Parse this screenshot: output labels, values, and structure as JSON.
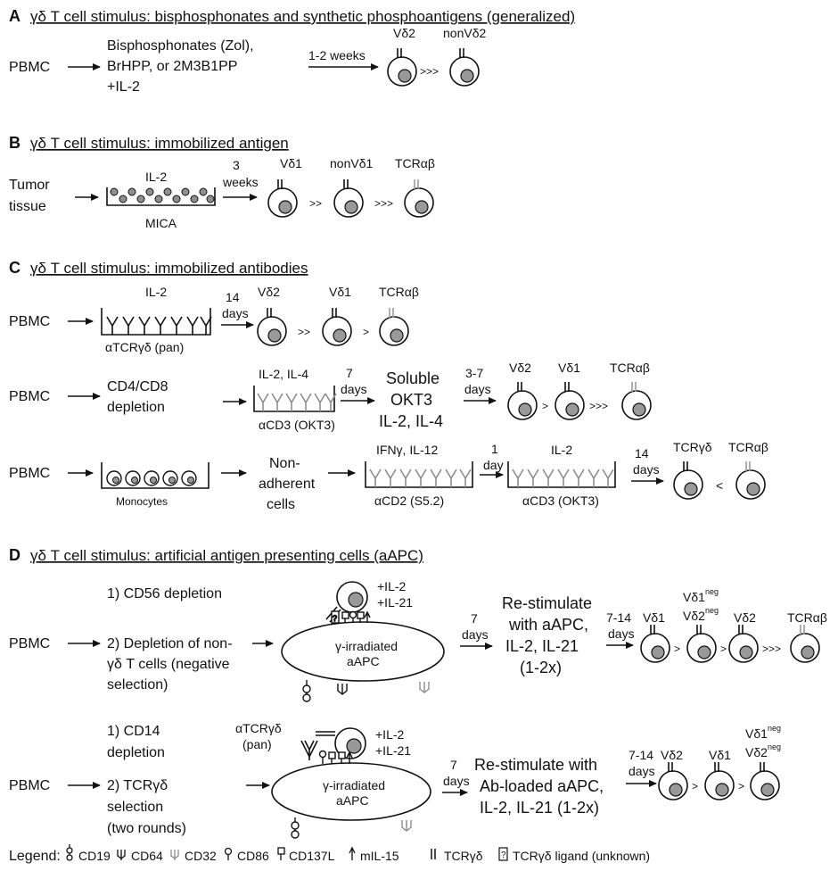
{
  "sections": {
    "A": {
      "letter": "A",
      "title": "γδ T cell stimulus: bisphosphonates and synthetic phosphoantigens (generalized)",
      "source": "PBMC",
      "stim": [
        "Bisphosphonates (Zol),",
        "BrHPP, or 2M3B1PP",
        "+IL-2"
      ],
      "time": "1-2 weeks",
      "cells": [
        "Vδ2",
        "nonVδ2"
      ],
      "cmp": [
        ">>>"
      ]
    },
    "B": {
      "letter": "B",
      "title": "γδ T cell stimulus: immobilized antigen",
      "source": [
        "Tumor",
        "tissue"
      ],
      "cytokine": "IL-2",
      "surface": "MICA",
      "time": [
        "3",
        "weeks"
      ],
      "cells": [
        "Vδ1",
        "nonVδ1",
        "TCRαβ"
      ],
      "cmp": [
        ">>",
        ">>>"
      ]
    },
    "C": {
      "letter": "C",
      "title": "γδ T cell stimulus: immobilized antibodies",
      "row1": {
        "source": "PBMC",
        "cytokine": "IL-2",
        "plate": "αTCRγδ (pan)",
        "time": [
          "14",
          "days"
        ],
        "cells": [
          "Vδ2",
          "Vδ1",
          "TCRαβ"
        ],
        "cmp": [
          ">>",
          ">"
        ]
      },
      "row2": {
        "source": "PBMC",
        "step": [
          "CD4/CD8",
          "depletion"
        ],
        "cytokine": "IL-2, IL-4",
        "plate": "αCD3 (OKT3)",
        "time1": [
          "7",
          "days"
        ],
        "step2": [
          "Soluble",
          "OKT3",
          "IL-2, IL-4"
        ],
        "time2": [
          "3-7",
          "days"
        ],
        "cells": [
          "Vδ2",
          "Vδ1",
          "TCRαβ"
        ],
        "cmp": [
          ">",
          ">>>"
        ]
      },
      "row3": {
        "source": "PBMC",
        "plate1": "Monocytes",
        "step": [
          "Non-",
          "adherent",
          "cells"
        ],
        "cytokine1": "IFNγ, IL-12",
        "plate2": "αCD2 (S5.2)",
        "time1": [
          "1",
          "day"
        ],
        "cytokine2": "IL-2",
        "plate3": "αCD3 (OKT3)",
        "time2": [
          "14",
          "days"
        ],
        "cells": [
          "TCRγδ",
          "TCRαβ"
        ],
        "cmp": [
          "<"
        ]
      }
    },
    "D": {
      "letter": "D",
      "title": "γδ T cell stimulus: artificial antigen presenting cells (aAPC)",
      "row1": {
        "source": "PBMC",
        "step1": "1) CD56 depletion",
        "step2": [
          "2) Depletion of non-",
          "γδ T cells (negative",
          "selection)"
        ],
        "cyto": [
          "+IL-2",
          "+IL-21"
        ],
        "aapc": [
          "γ-irradiated",
          "aAPC"
        ],
        "time1": [
          "7",
          "days"
        ],
        "restim": [
          "Re-stimulate",
          "with aAPC,",
          "IL-2, IL-21",
          "(1-2x)"
        ],
        "time2": [
          "7-14",
          "days"
        ],
        "cells": [
          "Vδ1",
          "Vδ2",
          "TCRαβ"
        ],
        "neg": {
          "l1": "Vδ1",
          "l2": "Vδ2",
          "sup": "neg"
        },
        "cmp": [
          ">",
          ">",
          ">>>"
        ]
      },
      "row2": {
        "source": "PBMC",
        "step1": [
          "1) CD14",
          "depletion"
        ],
        "step2": [
          "2) TCRγδ",
          "selection",
          "(two rounds)"
        ],
        "ab": [
          "αTCRγδ",
          "(pan)"
        ],
        "cyto": [
          "+IL-2",
          "+IL-21"
        ],
        "aapc": [
          "γ-irradiated",
          "aAPC"
        ],
        "time1": [
          "7",
          "days"
        ],
        "restim": [
          "Re-stimulate with",
          "Ab-loaded aAPC,",
          "IL-2, IL-21 (1-2x)"
        ],
        "time2": [
          "7-14",
          "days"
        ],
        "cells": [
          "Vδ2",
          "Vδ1"
        ],
        "neg": {
          "l1": "Vδ1",
          "l2": "Vδ2",
          "sup": "neg"
        },
        "cmp": [
          ">",
          ">"
        ]
      }
    }
  },
  "legend": {
    "label": "Legend:",
    "items": [
      "CD19",
      "CD64",
      "CD32",
      "CD86",
      "CD137L",
      "mIL-15",
      "TCRγδ",
      "TCRγδ ligand (unknown)"
    ]
  },
  "colors": {
    "ink": "#111111",
    "gray": "#8c8c8c",
    "nucleus": "#999999",
    "bead": "#8f8f8f"
  }
}
